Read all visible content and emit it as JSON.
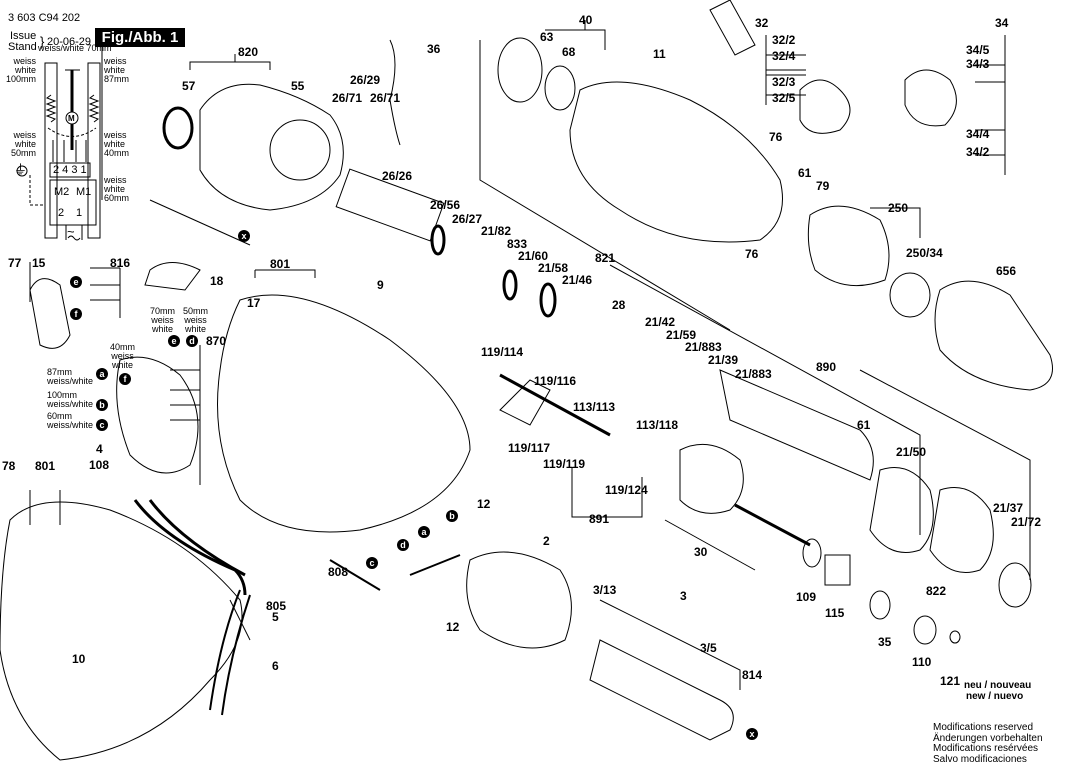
{
  "header": {
    "part_number": "3 603 C94 202",
    "issue_label": "Issue",
    "stand_label": "Stand",
    "issue_date": "20-06-29",
    "figure": "Fig./Abb. 1"
  },
  "wiring_diagram": {
    "top_wire": "weiss/white 70mm",
    "left_top": [
      "weiss",
      "white",
      "100mm"
    ],
    "right_top": [
      "weiss",
      "white",
      "87mm"
    ],
    "left_mid": [
      "weiss",
      "white",
      "50mm"
    ],
    "right_mid": [
      "weiss",
      "white",
      "40mm"
    ],
    "right_bottom": [
      "weiss",
      "white",
      "60mm"
    ],
    "terminals": "2 4 3 1",
    "motor_terminals": [
      "M2",
      "M1"
    ],
    "supply_terminals": [
      "2",
      "1"
    ],
    "motor_symbol": "M",
    "ground_symbol": "⏚",
    "ac_symbol": "~"
  },
  "switch_wiring": {
    "e_label": [
      "70mm",
      "weiss",
      "white"
    ],
    "d_label": [
      "50mm",
      "weiss",
      "white"
    ],
    "f_label": [
      "40mm",
      "weiss",
      "white"
    ],
    "a_label": [
      "87mm",
      "weiss/white"
    ],
    "b_label": [
      "100mm",
      "weiss/white"
    ],
    "c_label": [
      "60mm",
      "weiss/white"
    ]
  },
  "connectors": [
    "a",
    "b",
    "c",
    "d",
    "e",
    "f",
    "x"
  ],
  "part_labels": {
    "p820": "820",
    "p57": "57",
    "p55": "55",
    "p36": "36",
    "p26_29": "26/29",
    "p26_71a": "26/71",
    "p26_71b": "26/71",
    "p26_26": "26/26",
    "p26_56": "26/56",
    "p26_27": "26/27",
    "p21_82": "21/82",
    "p833": "833",
    "p21_60": "21/60",
    "p21_58": "21/58",
    "p21_46": "21/46",
    "p821": "821",
    "p28": "28",
    "p40": "40",
    "p63": "63",
    "p68": "68",
    "p11": "11",
    "p32": "32",
    "p32_2": "32/2",
    "p32_4": "32/4",
    "p32_3": "32/3",
    "p32_5": "32/5",
    "p34": "34",
    "p34_5": "34/5",
    "p34_3": "34/3",
    "p34_4": "34/4",
    "p34_2": "34/2",
    "p76a": "76",
    "p76b": "76",
    "p61a": "61",
    "p79": "79",
    "p250": "250",
    "p250_34": "250/34",
    "p656": "656",
    "p21_42": "21/42",
    "p21_59": "21/59",
    "p21_883a": "21/883",
    "p21_39": "21/39",
    "p21_883b": "21/883",
    "p890": "890",
    "p61b": "61",
    "p21_50": "21/50",
    "p21_37": "21/37",
    "p21_72": "21/72",
    "p822": "822",
    "p119_114": "119/114",
    "p119_116": "119/116",
    "p119_117": "119/117",
    "p119_119": "119/119",
    "p113_113": "113/113",
    "p113_118": "113/118",
    "p119_124": "119/124",
    "p891": "891",
    "p30": "30",
    "p109": "109",
    "p115": "115",
    "p35": "35",
    "p110": "110",
    "p121": "121",
    "p77": "77",
    "p15": "15",
    "p816": "816",
    "p18": "18",
    "p870": "870",
    "p801a": "801",
    "p17": "17",
    "p9": "9",
    "p4": "4",
    "p108": "108",
    "p78": "78",
    "p801b": "801",
    "p808": "808",
    "p805": "805",
    "p5": "5",
    "p6": "6",
    "p10": "10",
    "p12a": "12",
    "p12b": "12",
    "p2": "2",
    "p3_13": "3/13",
    "p3": "3",
    "p3_5": "3/5",
    "p814": "814"
  },
  "notes": {
    "new_line1": "neu / nouveau",
    "new_line2": "new / nuevo",
    "modifications": [
      "Modifications reserved",
      "Änderungen vorbehalten",
      "Modifications resérvées",
      "Salvo modificaciones"
    ]
  }
}
